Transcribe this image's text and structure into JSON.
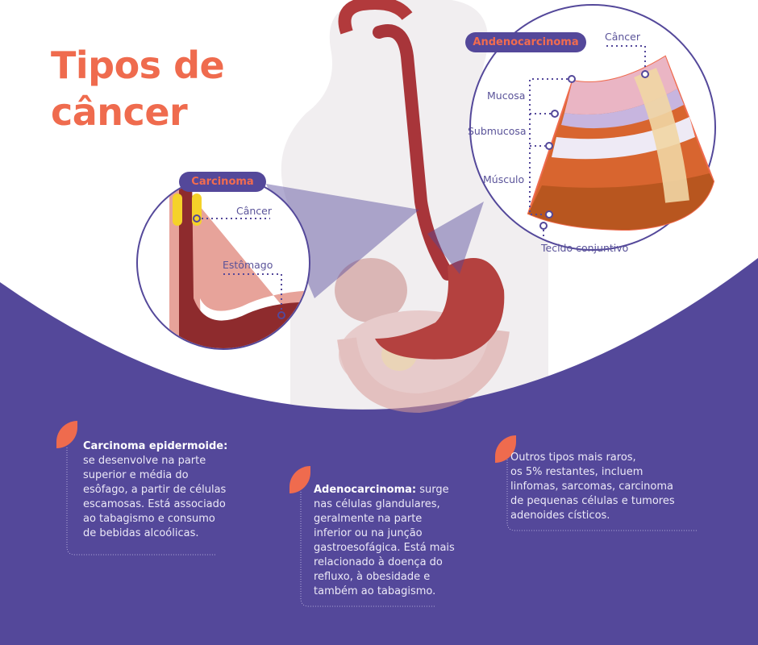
{
  "title": {
    "line1": "Tipos de",
    "line2": "câncer"
  },
  "colors": {
    "purple": "#54489a",
    "coral": "#ef6b4e",
    "esophagus": "#a8353a"
  },
  "carcinoma_panel": {
    "badge": "Carcinoma",
    "labels": {
      "cancer": "Câncer",
      "stomach": "Estômago"
    }
  },
  "adeno_panel": {
    "badge": "Andenocarcinoma",
    "labels": {
      "cancer": "Câncer",
      "mucosa": "Mucosa",
      "submucosa": "Submucosa",
      "muscle": "Músculo",
      "connective": "Tecido conjuntivo"
    }
  },
  "info_blocks": [
    {
      "heading": "Carcinoma epidermoide:",
      "lines": [
        "se desenvolve na parte",
        "superior e média do",
        "esôfago, a partir de células",
        "escamosas. Está associado",
        "ao tabagismo e consumo",
        "de bebidas alcoólicas."
      ]
    },
    {
      "heading": "Adenocarcinoma:",
      "first": " surge",
      "lines": [
        "nas células glandulares,",
        "geralmente na parte",
        "inferior ou na junção",
        "gastroesofágica. Está mais",
        "relacionado à doença do",
        "refluxo, à obesidade e",
        "também ao tabagismo."
      ]
    },
    {
      "lines": [
        "Outros tipos mais raros,",
        "os 5% restantes, incluem",
        "linfomas, sarcomas, carcinoma",
        "de pequenas células e tumores",
        "adenoides císticos."
      ]
    }
  ]
}
